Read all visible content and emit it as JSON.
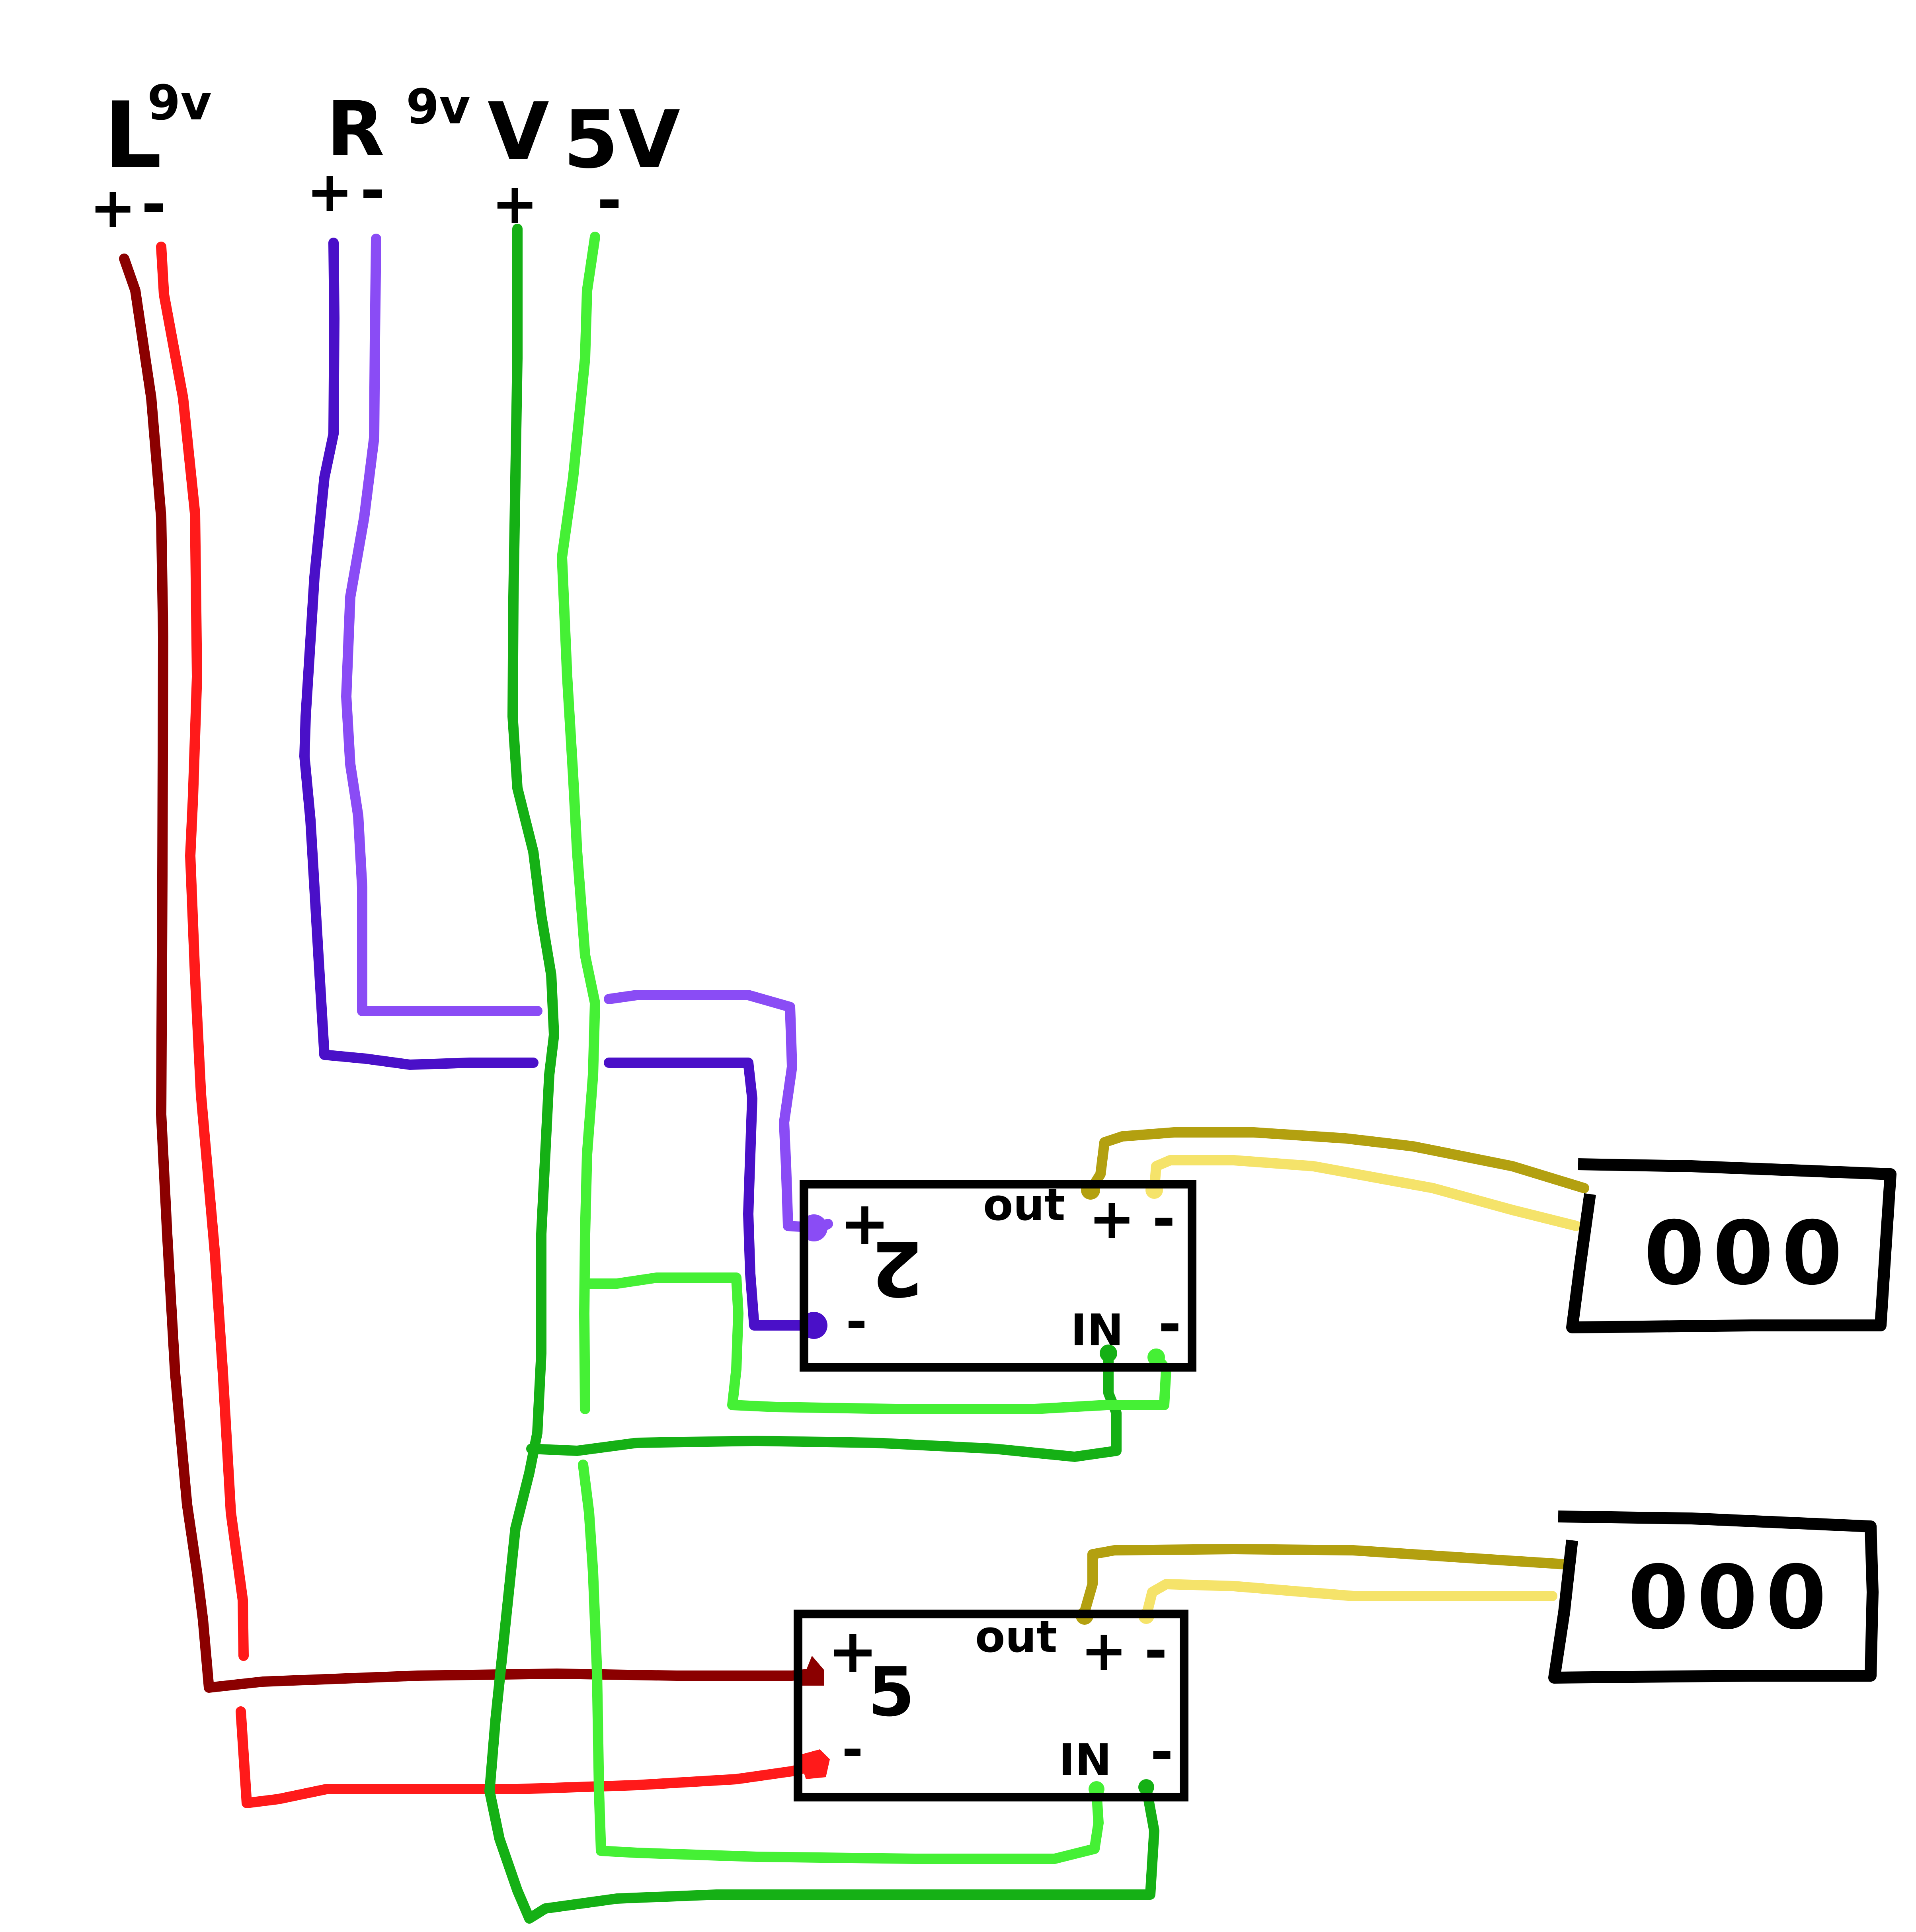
{
  "colors": {
    "left_plus": "#8b0000",
    "left_minus": "#ff1a1a",
    "right_plus": "#4a10c8",
    "right_minus": "#8a4cf5",
    "v_plus": "#15b015",
    "v_minus": "#45f035",
    "out_plus": "#b3a010",
    "out_minus": "#f5e36a",
    "outline": "#000000"
  },
  "supplies": [
    {
      "id": "L",
      "name": "L",
      "voltage": "9v",
      "plus": "+",
      "minus": "-"
    },
    {
      "id": "R",
      "name": "R",
      "voltage": "9v",
      "plus": "+",
      "minus": "-"
    },
    {
      "id": "V",
      "name": "V",
      "voltage": "5V",
      "plus": "+",
      "minus": "-"
    }
  ],
  "modules": [
    {
      "id": "module-top",
      "plus": "+",
      "minus": "-",
      "sign": "2",
      "out_label": "out",
      "out_plus": "+",
      "out_minus": "-",
      "in_label": "IN",
      "in_minus": "-"
    },
    {
      "id": "module-bottom",
      "plus": "+",
      "minus": "-",
      "sign": "5",
      "out_label": "out",
      "out_plus": "+",
      "out_minus": "-",
      "in_label": "IN",
      "in_minus": "-"
    }
  ],
  "displays": [
    {
      "id": "display-top",
      "reading": "000"
    },
    {
      "id": "display-bottom",
      "reading": "000"
    }
  ]
}
